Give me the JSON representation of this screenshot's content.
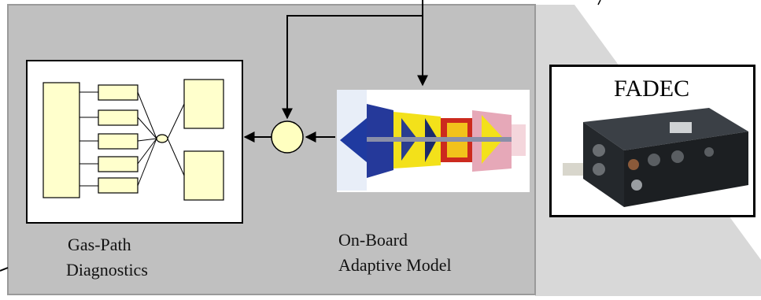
{
  "diagram": {
    "fadec_label": "FADEC",
    "diagnostics_label_line1": "Gas-Path",
    "diagnostics_label_line2": "Diagnostics",
    "model_label_line1": "On-Board",
    "model_label_line2": "Adaptive Model"
  },
  "colors": {
    "panel_fill": "#c0c0c0",
    "panel_border": "#9a9a9a",
    "callout_fill": "#d8d8d8",
    "block_fill": "#ffffcc",
    "summing_junction_fill": "#ffffc0",
    "engine_blue": "#1f3aa0",
    "engine_yellow": "#f3e11a",
    "engine_red": "#cc2a1e",
    "fadec_unit": "#262a2e"
  },
  "icons": [
    "engine-cutaway-icon",
    "fadec-controller-icon",
    "summing-junction-icon"
  ]
}
